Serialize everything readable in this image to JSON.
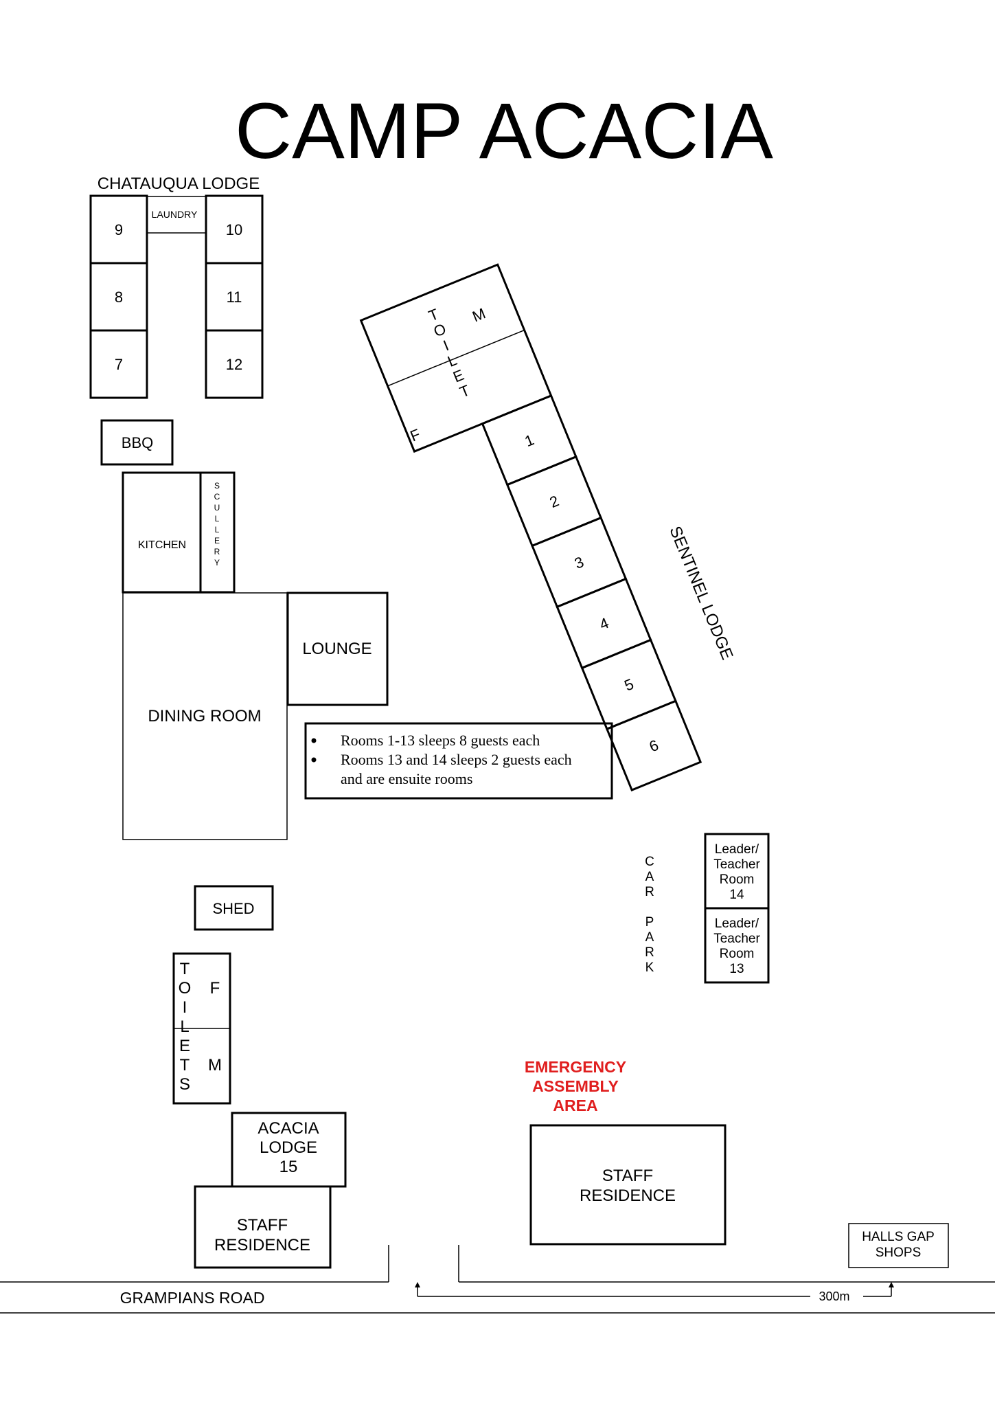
{
  "title": "CAMP ACACIA",
  "chatauqua": {
    "label": "CHATAUQUA LODGE",
    "laundry": "LAUNDRY",
    "rooms": [
      "9",
      "10",
      "8",
      "11",
      "7",
      "12"
    ]
  },
  "bbq": "BBQ",
  "kitchen": "KITCHEN",
  "scullery": [
    "S",
    "C",
    "U",
    "L",
    "L",
    "E",
    "R",
    "Y"
  ],
  "lounge": "LOUNGE",
  "dining": "DINING ROOM",
  "notes": [
    "Rooms 1-13 sleeps 8 guests each",
    "Rooms 13 and 14 sleeps 2 guests each",
    "and are ensuite rooms"
  ],
  "sentinel": {
    "label": "SENTINEL LODGE",
    "toilet_letters": [
      "T",
      "O",
      "I",
      "L",
      "E",
      "T"
    ],
    "toilet_m": "M",
    "toilet_f": "F",
    "rooms": [
      "1",
      "2",
      "3",
      "4",
      "5",
      "6"
    ]
  },
  "car_park": {
    "car": [
      "C",
      "A",
      "R"
    ],
    "park": [
      "P",
      "A",
      "R",
      "K"
    ]
  },
  "leader14": [
    "Leader/",
    "Teacher",
    "Room",
    "14"
  ],
  "leader13": [
    "Leader/",
    "Teacher",
    "Room",
    "13"
  ],
  "shed": "SHED",
  "toilets": {
    "letters": [
      "T",
      "O",
      "I",
      "L",
      "E",
      "T",
      "S"
    ],
    "f": "F",
    "m": "M"
  },
  "emergency": [
    "EMERGENCY",
    "ASSEMBLY",
    "AREA"
  ],
  "acacia_lodge": [
    "ACACIA",
    "LODGE",
    "15"
  ],
  "staff_left": [
    "STAFF",
    "RESIDENCE"
  ],
  "staff_right": [
    "STAFF",
    "RESIDENCE"
  ],
  "halls_gap": [
    "HALLS GAP",
    "SHOPS"
  ],
  "road": "GRAMPIANS ROAD",
  "distance": "300m",
  "colors": {
    "emergency": "#e01e1e",
    "ink": "#000000"
  }
}
